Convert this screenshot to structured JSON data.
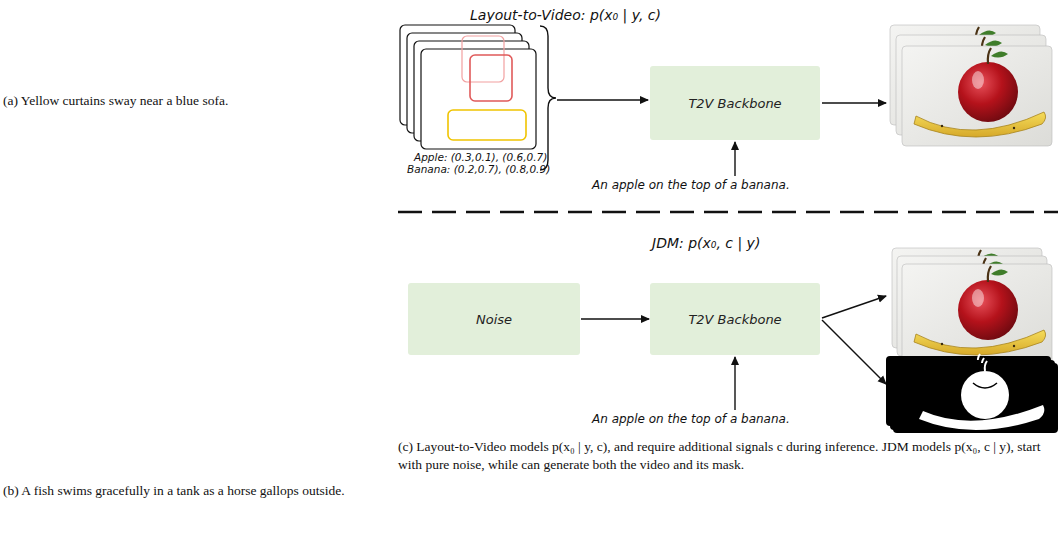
{
  "diagram": {
    "nodes": [
      {
        "text": [
          "T2V Backbone"
        ]
      },
      {
        "text": [
          "Noise"
        ]
      },
      {
        "text": [
          "T2V Backbone"
        ]
      }
    ],
    "edges": [
      {
        "from": 1,
        "to": 2,
        "arrow": "to"
      }
    ],
    "labels": [
      "Layout-to-Video: p(x₀ | y, c)",
      "Apple: (0.3,0.1), (0.6,0.7)",
      "Banana: (0.2,0.7), (0.8,0.9)",
      "An apple on the top of a banana.",
      "(a) Yellow curtains sway near a blue sofa.",
      "JDM: p(x₀, c | y)",
      "An apple on the top of a banana.",
      "(b) A fish swims gracefully in a tank as a horse gallops outside.",
      "(c) Layout-to-Video models p(x₀ | y, c), and require additional signals c during inference. JDM models p(x₀, c | y), start with pure noise, while can generate both the video and its mask."
    ]
  }
}
